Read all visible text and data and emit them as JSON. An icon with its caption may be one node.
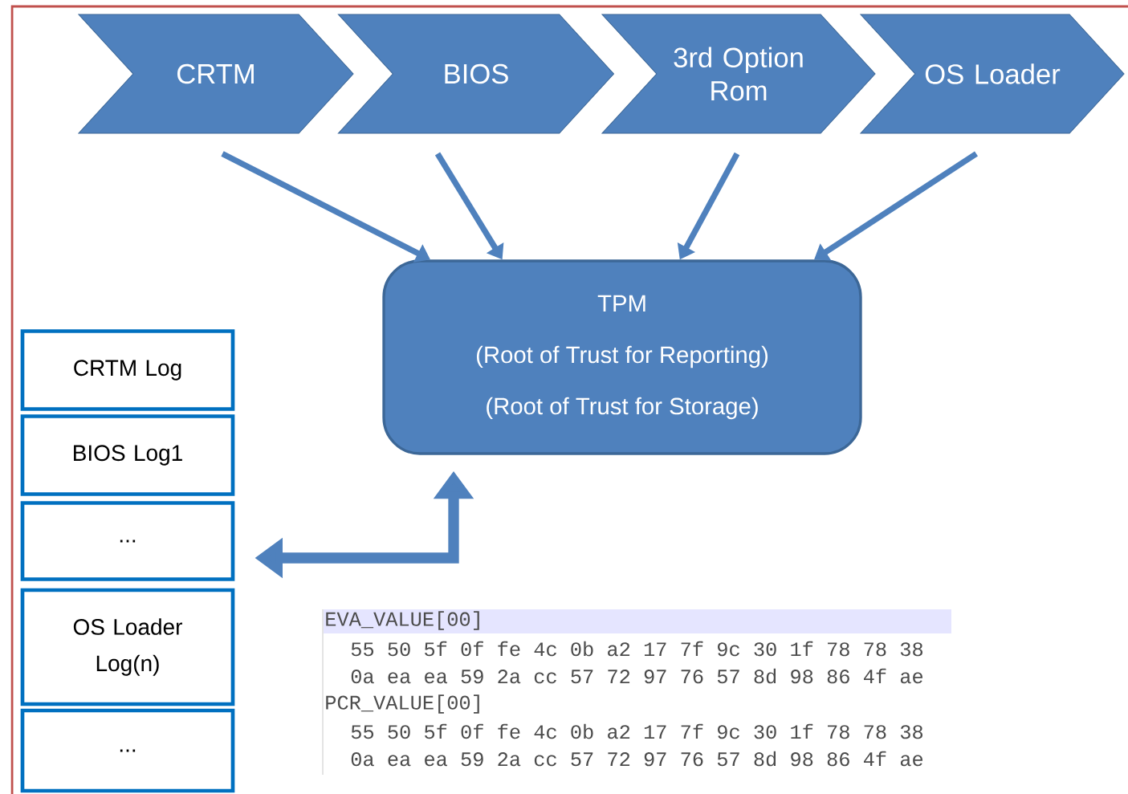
{
  "diagram": {
    "nodes": [
      {
        "text": [
          "CRTM"
        ]
      },
      {
        "text": [
          "BIOS"
        ]
      },
      {
        "text": [
          "3rd Option Rom"
        ]
      },
      {
        "text": [
          "OS Loader"
        ]
      },
      {
        "text": [
          "TPM",
          "(Root of Trust for Reporting)",
          "(Root of Trust for Storage)"
        ]
      },
      {
        "text": [
          "CRTM Log"
        ]
      },
      {
        "text": [
          "BIOS Log1"
        ]
      },
      {
        "text": [
          "..."
        ]
      },
      {
        "text": [
          "OS Loader Log(n)"
        ]
      },
      {
        "text": [
          "..."
        ]
      }
    ],
    "edges": [
      {
        "from": 0,
        "to": 4,
        "arrow": "to"
      },
      {
        "from": 1,
        "to": 4,
        "arrow": "to"
      },
      {
        "from": 2,
        "to": 4,
        "arrow": "to"
      },
      {
        "from": 3,
        "to": 4,
        "arrow": "to"
      },
      {
        "from": 7,
        "to": 4,
        "arrow": "both",
        "style": "thick"
      }
    ],
    "labels": [
      "EVA_VALUE[00]",
      "55 50 5f 0f fe 4c 0b a2 17 7f 9c 30 1f 78 78 38",
      "0a ea ea 59 2a cc 57 72 97 76 57 8d 98 86 4f ae",
      "PCR_VALUE[00]",
      "55 50 5f 0f fe 4c 0b a2 17 7f 9c 30 1f 78 78 38",
      "0a ea ea 59 2a cc 57 72 97 76 57 8d 98 86 4f ae"
    ]
  }
}
